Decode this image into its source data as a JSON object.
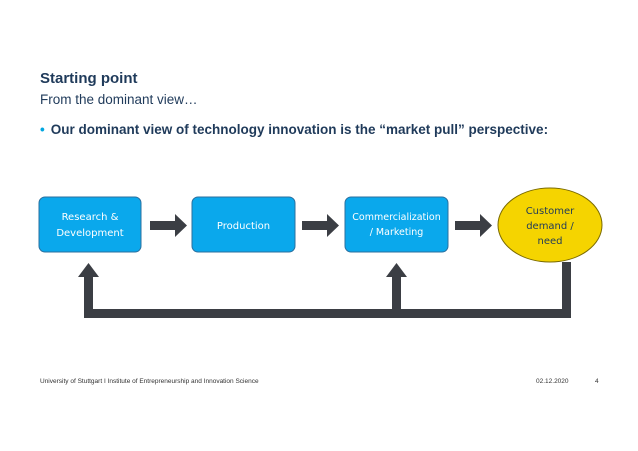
{
  "header": {
    "title": "Starting point",
    "subtitle": "From the dominant view…"
  },
  "bullet": {
    "marker": "•",
    "text": "Our dominant view of technology innovation is the “market pull” perspective:"
  },
  "diagram": {
    "boxes": [
      {
        "lines": [
          "Research &",
          "Development"
        ]
      },
      {
        "lines": [
          "Production"
        ]
      },
      {
        "lines": [
          "Commercialization",
          "/ Marketing"
        ]
      },
      {
        "lines": [
          "Customer",
          "demand /",
          "need"
        ]
      }
    ],
    "colors": {
      "box_fill": "#0aa8ec",
      "box_stroke": "#2b6f9e",
      "box_text": "#ffffff",
      "customer_fill": "#f5d400",
      "customer_stroke": "#7a6a00",
      "customer_text": "#1f3a5a",
      "arrow": "#3b3e44"
    },
    "icons": [
      "arrow-right-icon",
      "arrow-up-icon"
    ]
  },
  "footer": {
    "institution": "University of Stuttgart I Institute of Entrepreneurship and Innovation Science",
    "date": "02.12.2020",
    "page": "4"
  }
}
